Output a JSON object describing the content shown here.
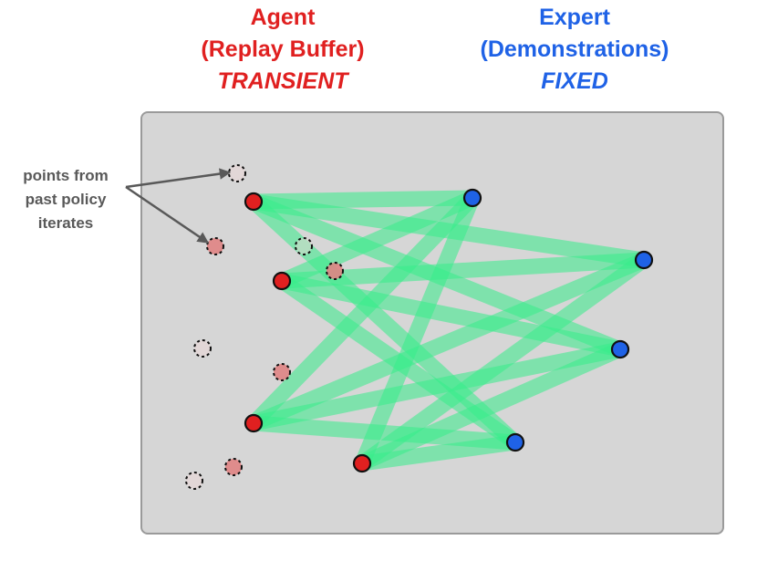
{
  "agent": {
    "title": "Agent",
    "subtitle": "(Replay Buffer)",
    "tag": "TRANSIENT",
    "color": "#e02020",
    "faded_color": "#e08484"
  },
  "expert": {
    "title": "Expert",
    "subtitle": "(Demonstrations)",
    "tag": "FIXED",
    "color": "#1f62e6"
  },
  "annotation": {
    "line1": "points from",
    "line2": "past policy",
    "line3": "iterates",
    "color": "#595959"
  },
  "connection_color": "#36ec8a",
  "panel_color": "#d6d6d6"
}
